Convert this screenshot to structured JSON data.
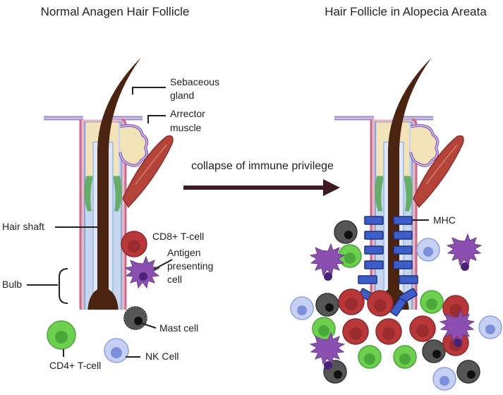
{
  "titles": {
    "left": "Normal Anagen Hair Follicle",
    "right": "Hair Follicle in Alopecia Areata"
  },
  "arrow_label": "collapse of immune privilege",
  "labels": {
    "sebaceous_1": "Sebaceous",
    "sebaceous_2": "gland",
    "arrector_1": "Arrector",
    "arrector_2": "muscle",
    "hair_shaft": "Hair shaft",
    "bulb": "Bulb",
    "mhc": "MHC"
  },
  "legend": {
    "cd8": "CD8+ T-cell",
    "apc_1": "Antigen",
    "apc_2": "presenting",
    "apc_3": "cell",
    "mast": "Mast cell",
    "cd4": "CD4+ T-cell",
    "nk": "NK Cell"
  },
  "colors": {
    "hair": "#4a2410",
    "outer_sheath": "#d98aa6",
    "inner_sheath": "#bcd6ee",
    "skin_band": "#9b8cc8",
    "sebaceous": "#f3e3b8",
    "muscle": "#b4443a",
    "arrow": "#3d1a22",
    "cd8": "#b8383a",
    "apc": "#8a4fb0",
    "mast": "#444444",
    "cd4": "#6ccf4e",
    "nk": "#a9b9ec",
    "mhc": "#3d5ec9"
  }
}
